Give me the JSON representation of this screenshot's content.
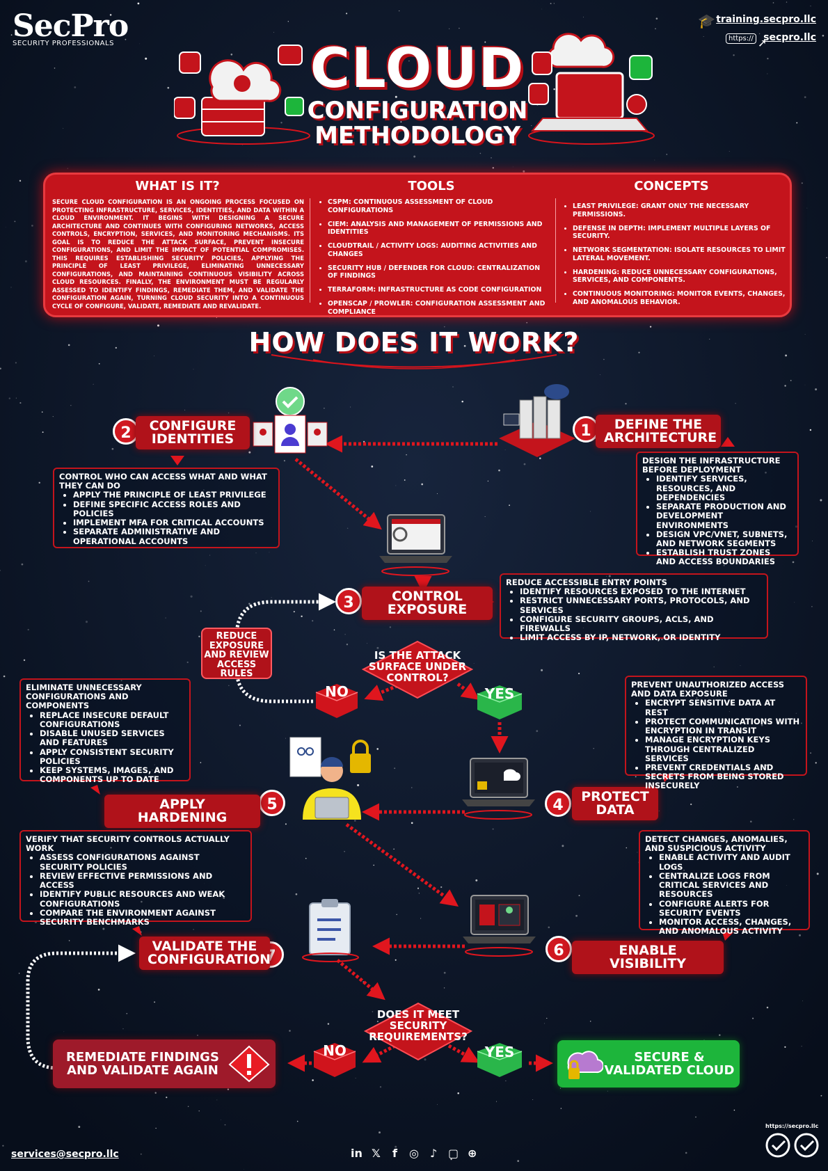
{
  "brand": {
    "name": "SecPro",
    "tagline": "SECURITY PROFESSIONALS"
  },
  "links": {
    "training": "training.secpro.llc",
    "site": "secpro.llc",
    "https_label": "https://"
  },
  "title": {
    "main": "CLOUD",
    "sub1": "CONFIGURATION",
    "sub2": "METHODOLOGY"
  },
  "panel": {
    "what_title": "WHAT IS IT?",
    "what_text": "SECURE CLOUD CONFIGURATION IS AN ONGOING PROCESS FOCUSED ON PROTECTING INFRASTRUCTURE, SERVICES, IDENTITIES, AND DATA WITHIN A CLOUD ENVIRONMENT. IT BEGINS WITH DESIGNING A SECURE ARCHITECTURE AND CONTINUES WITH CONFIGURING NETWORKS, ACCESS CONTROLS, ENCRYPTION, SERVICES, AND MONITORING MECHANISMS. ITS GOAL IS TO REDUCE THE ATTACK SURFACE, PREVENT INSECURE CONFIGURATIONS, AND LIMIT THE IMPACT OF POTENTIAL COMPROMISES. THIS REQUIRES ESTABLISHING SECURITY POLICIES, APPLYING THE PRINCIPLE OF LEAST PRIVILEGE, ELIMINATING UNNECESSARY CONFIGURATIONS, AND MAINTAINING CONTINUOUS VISIBILITY ACROSS CLOUD RESOURCES. FINALLY, THE ENVIRONMENT MUST BE REGULARLY ASSESSED TO IDENTIFY FINDINGS, REMEDIATE THEM, AND VALIDATE THE CONFIGURATION AGAIN, TURNING CLOUD SECURITY INTO A CONTINUOUS CYCLE OF CONFIGURE, VALIDATE, REMEDIATE AND REVALIDATE.",
    "tools_title": "TOOLS",
    "tools": [
      "CSPM: CONTINUOUS ASSESSMENT OF CLOUD CONFIGURATIONS",
      "CIEM: ANALYSIS AND MANAGEMENT OF PERMISSIONS AND IDENTITIES",
      "CLOUDTRAIL / ACTIVITY LOGS: AUDITING ACTIVITIES AND CHANGES",
      "SECURITY HUB / DEFENDER FOR CLOUD: CENTRALIZATION OF FINDINGS",
      "TERRAFORM: INFRASTRUCTURE AS CODE CONFIGURATION",
      "OPENSCAP / PROWLER: CONFIGURATION ASSESSMENT AND COMPLIANCE"
    ],
    "concepts_title": "CONCEPTS",
    "concepts": [
      "LEAST PRIVILEGE: GRANT ONLY THE NECESSARY PERMISSIONS.",
      "DEFENSE IN DEPTH: IMPLEMENT MULTIPLE LAYERS OF SECURITY.",
      "NETWORK SEGMENTATION: ISOLATE RESOURCES TO LIMIT LATERAL MOVEMENT.",
      "HARDENING: REDUCE UNNECESSARY CONFIGURATIONS, SERVICES, AND COMPONENTS.",
      "CONTINUOUS MONITORING: MONITOR EVENTS, CHANGES, AND ANOMALOUS BEHAVIOR."
    ]
  },
  "how_title": "HOW DOES IT WORK?",
  "steps": {
    "s1": {
      "num": "1",
      "label1": "DEFINE THE",
      "label2": "ARCHITECTURE",
      "heading": "DESIGN THE INFRASTRUCTURE BEFORE DEPLOYMENT",
      "items": [
        "IDENTIFY SERVICES, RESOURCES, AND DEPENDENCIES",
        "SEPARATE PRODUCTION AND DEVELOPMENT ENVIRONMENTS",
        "DESIGN VPC/VNET, SUBNETS, AND NETWORK SEGMENTS",
        "ESTABLISH TRUST ZONES AND ACCESS BOUNDARIES"
      ]
    },
    "s2": {
      "num": "2",
      "label1": "CONFIGURE",
      "label2": "IDENTITIES",
      "heading": "CONTROL WHO CAN ACCESS WHAT AND WHAT THEY CAN DO",
      "items": [
        "APPLY THE PRINCIPLE OF LEAST PRIVILEGE",
        "DEFINE SPECIFIC ACCESS ROLES AND POLICIES",
        "IMPLEMENT MFA FOR CRITICAL ACCOUNTS",
        "SEPARATE ADMINISTRATIVE AND OPERATIONAL ACCOUNTS"
      ]
    },
    "s3": {
      "num": "3",
      "label1": "CONTROL",
      "label2": "EXPOSURE",
      "heading": "REDUCE ACCESSIBLE ENTRY POINTS",
      "items": [
        "IDENTIFY RESOURCES EXPOSED TO THE INTERNET",
        "RESTRICT UNNECESSARY PORTS, PROTOCOLS, AND SERVICES",
        "CONFIGURE SECURITY GROUPS, ACLS, AND FIREWALLS",
        "LIMIT ACCESS BY IP, NETWORK, OR IDENTITY"
      ]
    },
    "s4": {
      "num": "4",
      "label1": "PROTECT",
      "label2": "DATA",
      "heading": "PREVENT UNAUTHORIZED ACCESS AND DATA EXPOSURE",
      "items": [
        "ENCRYPT SENSITIVE DATA AT REST",
        "PROTECT COMMUNICATIONS WITH ENCRYPTION IN TRANSIT",
        "MANAGE ENCRYPTION KEYS THROUGH CENTRALIZED SERVICES",
        "PREVENT CREDENTIALS AND SECRETS FROM BEING STORED INSECURELY"
      ]
    },
    "s5": {
      "num": "5",
      "label1": "APPLY HARDENING",
      "heading": "ELIMINATE UNNECESSARY CONFIGURATIONS AND COMPONENTS",
      "items": [
        "REPLACE INSECURE DEFAULT CONFIGURATIONS",
        "DISABLE UNUSED SERVICES AND FEATURES",
        "APPLY CONSISTENT SECURITY POLICIES",
        "KEEP SYSTEMS, IMAGES, AND COMPONENTS UP TO DATE"
      ]
    },
    "s6": {
      "num": "6",
      "label1": "ENABLE VISIBILITY",
      "heading": "DETECT CHANGES, ANOMALIES, AND SUSPICIOUS ACTIVITY",
      "items": [
        "ENABLE ACTIVITY AND AUDIT LOGS",
        "CENTRALIZE LOGS FROM CRITICAL SERVICES AND RESOURCES",
        "CONFIGURE ALERTS FOR SECURITY EVENTS",
        "MONITOR ACCESS, CHANGES, AND ANOMALOUS ACTIVITY"
      ]
    },
    "s7": {
      "num": "7",
      "label1": "VALIDATE THE",
      "label2": "CONFIGURATION",
      "heading": "VERIFY THAT SECURITY CONTROLS ACTUALLY WORK",
      "items": [
        "ASSESS CONFIGURATIONS AGAINST SECURITY POLICIES",
        "REVIEW EFFECTIVE PERMISSIONS AND ACCESS",
        "IDENTIFY PUBLIC RESOURCES AND WEAK CONFIGURATIONS",
        "COMPARE THE ENVIRONMENT AGAINST SECURITY BENCHMARKS"
      ]
    }
  },
  "decisions": {
    "d1": {
      "l1": "IS THE ATTACK",
      "l2": "SURFACE UNDER",
      "l3": "CONTROL?",
      "no": "NO",
      "yes": "YES"
    },
    "d2": {
      "l1": "DOES IT MEET",
      "l2": "SECURITY",
      "l3": "REQUIREMENTS?",
      "no": "NO",
      "yes": "YES"
    }
  },
  "loop_label": {
    "l1": "REDUCE",
    "l2": "EXPOSURE",
    "l3": "AND REVIEW",
    "l4": "ACCESS",
    "l5": "RULES"
  },
  "remediate": {
    "l1": "REMEDIATE FINDINGS",
    "l2": "AND VALIDATE AGAIN"
  },
  "secure": {
    "l1": "SECURE &",
    "l2": "VALIDATED CLOUD"
  },
  "footer": {
    "email": "services@secpro.llc",
    "social": [
      "in",
      "𝕏",
      "f",
      "◎",
      "♪",
      "▢",
      "⊕"
    ],
    "cert_link": "https://secpro.llc"
  },
  "colors": {
    "accent_red": "#c4141c",
    "success_green": "#1db53b",
    "background": "#0b1526"
  }
}
